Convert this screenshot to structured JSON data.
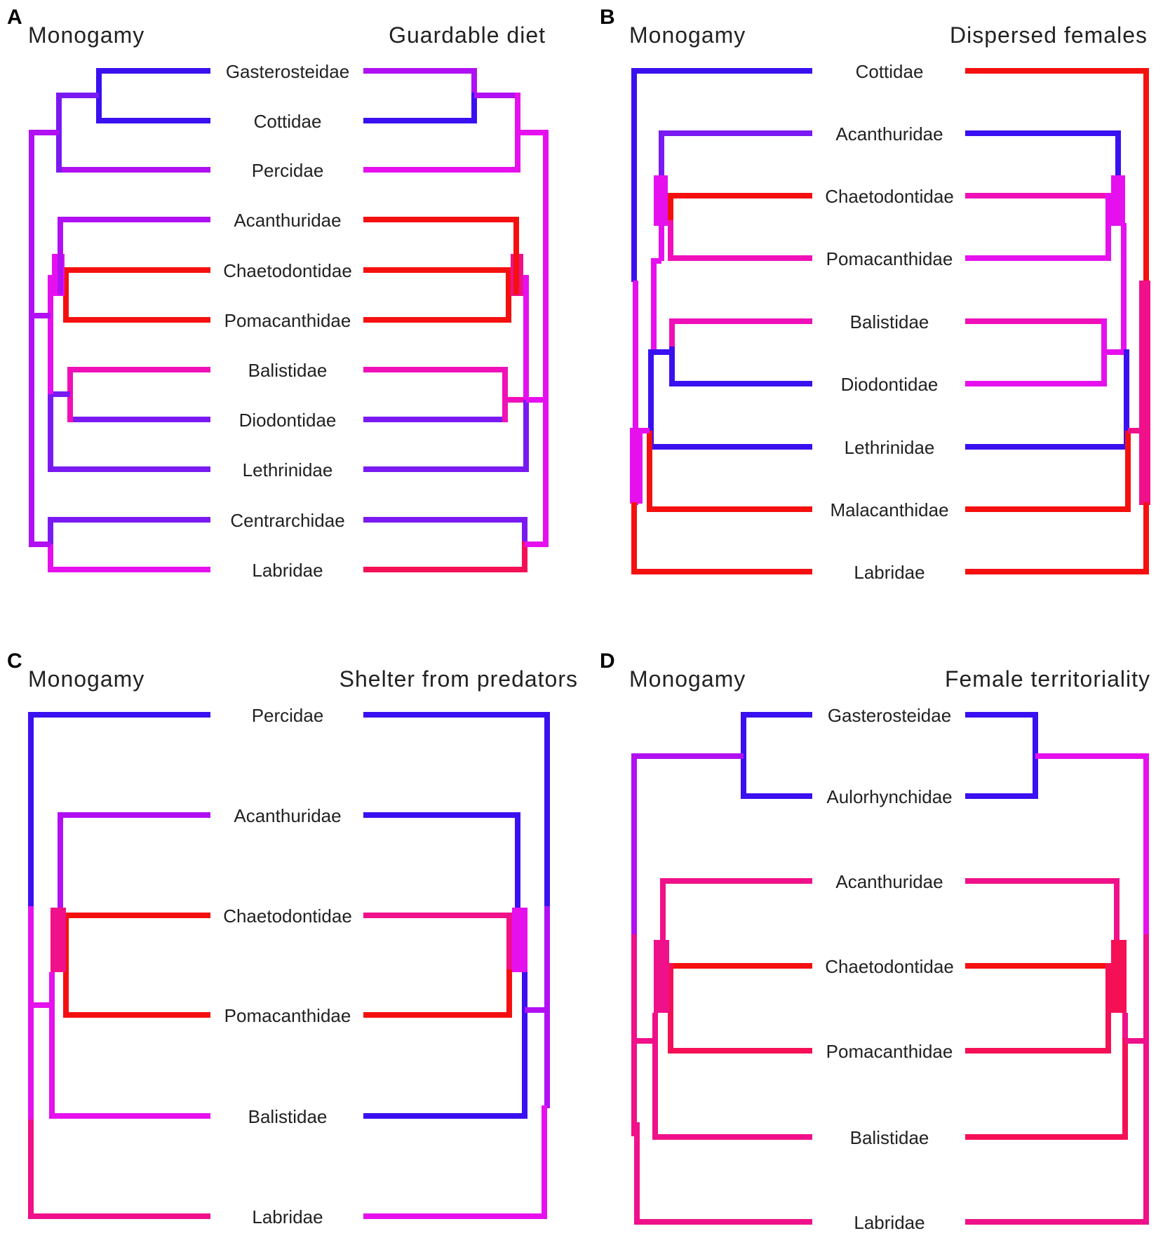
{
  "panels": [
    {
      "letter": "A",
      "left_title": "Monogamy",
      "right_title": "Guardable diet",
      "taxa": [
        "Gasterosteidae",
        "Cottidae",
        "Percidae",
        "Acanthuridae",
        "Chaetodontidae",
        "Pomacanthidae",
        "Balistidae",
        "Diodontidae",
        "Lethrinidae",
        "Centrarchidae",
        "Labridae"
      ]
    },
    {
      "letter": "B",
      "left_title": "Monogamy",
      "right_title": "Dispersed females",
      "taxa": [
        "Cottidae",
        "Acanthuridae",
        "Chaetodontidae",
        "Pomacanthidae",
        "Balistidae",
        "Diodontidae",
        "Lethrinidae",
        "Malacanthidae",
        "Labridae"
      ]
    },
    {
      "letter": "C",
      "left_title": "Monogamy",
      "right_title": "Shelter from predators",
      "taxa": [
        "Percidae",
        "Acanthuridae",
        "Chaetodontidae",
        "Pomacanthidae",
        "Balistidae",
        "Labridae"
      ]
    },
    {
      "letter": "D",
      "left_title": "Monogamy",
      "right_title": "Female territoriality",
      "taxa": [
        "Gasterosteidae",
        "Aulorhynchidae",
        "Acanthuridae",
        "Chaetodontidae",
        "Pomacanthidae",
        "Balistidae",
        "Labridae"
      ]
    }
  ],
  "colors": {
    "blue": "#3a10f0",
    "violet": "#7a1af2",
    "purple": "#b010f2",
    "magenta": "#e610ee",
    "pink": "#f010b8",
    "rose": "#f0108a",
    "crimson": "#f51055",
    "red": "#f51010"
  }
}
